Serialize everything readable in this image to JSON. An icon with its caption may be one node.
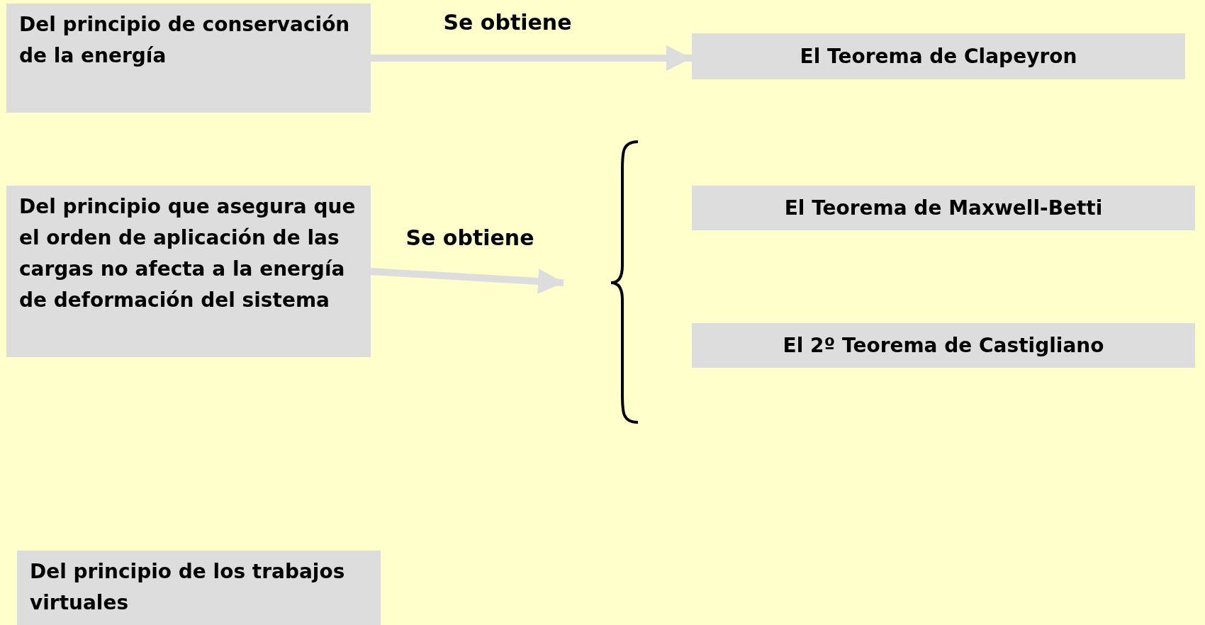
{
  "diagram": {
    "nodes": [
      {
        "text": [
          "Del principio de conservación de la energía"
        ]
      },
      {
        "text": [
          "El Teorema de Clapeyron"
        ]
      },
      {
        "text": [
          "Del principio que asegura que el orden de aplicación de las cargas no afecta a la energía de deformación del sistema"
        ]
      },
      {
        "text": [
          "El Teorema de Maxwell-Betti"
        ]
      },
      {
        "text": [
          "El 2º Teorema de Castigliano"
        ]
      },
      {
        "text": [
          "Del principio de los trabajos virtuales"
        ]
      }
    ],
    "edges": [
      {
        "from": 0,
        "to": 1,
        "arrow": "to",
        "label": "Se obtiene"
      },
      {
        "from": 2,
        "to": null,
        "arrow": "to",
        "label": "Se obtiene"
      }
    ]
  }
}
